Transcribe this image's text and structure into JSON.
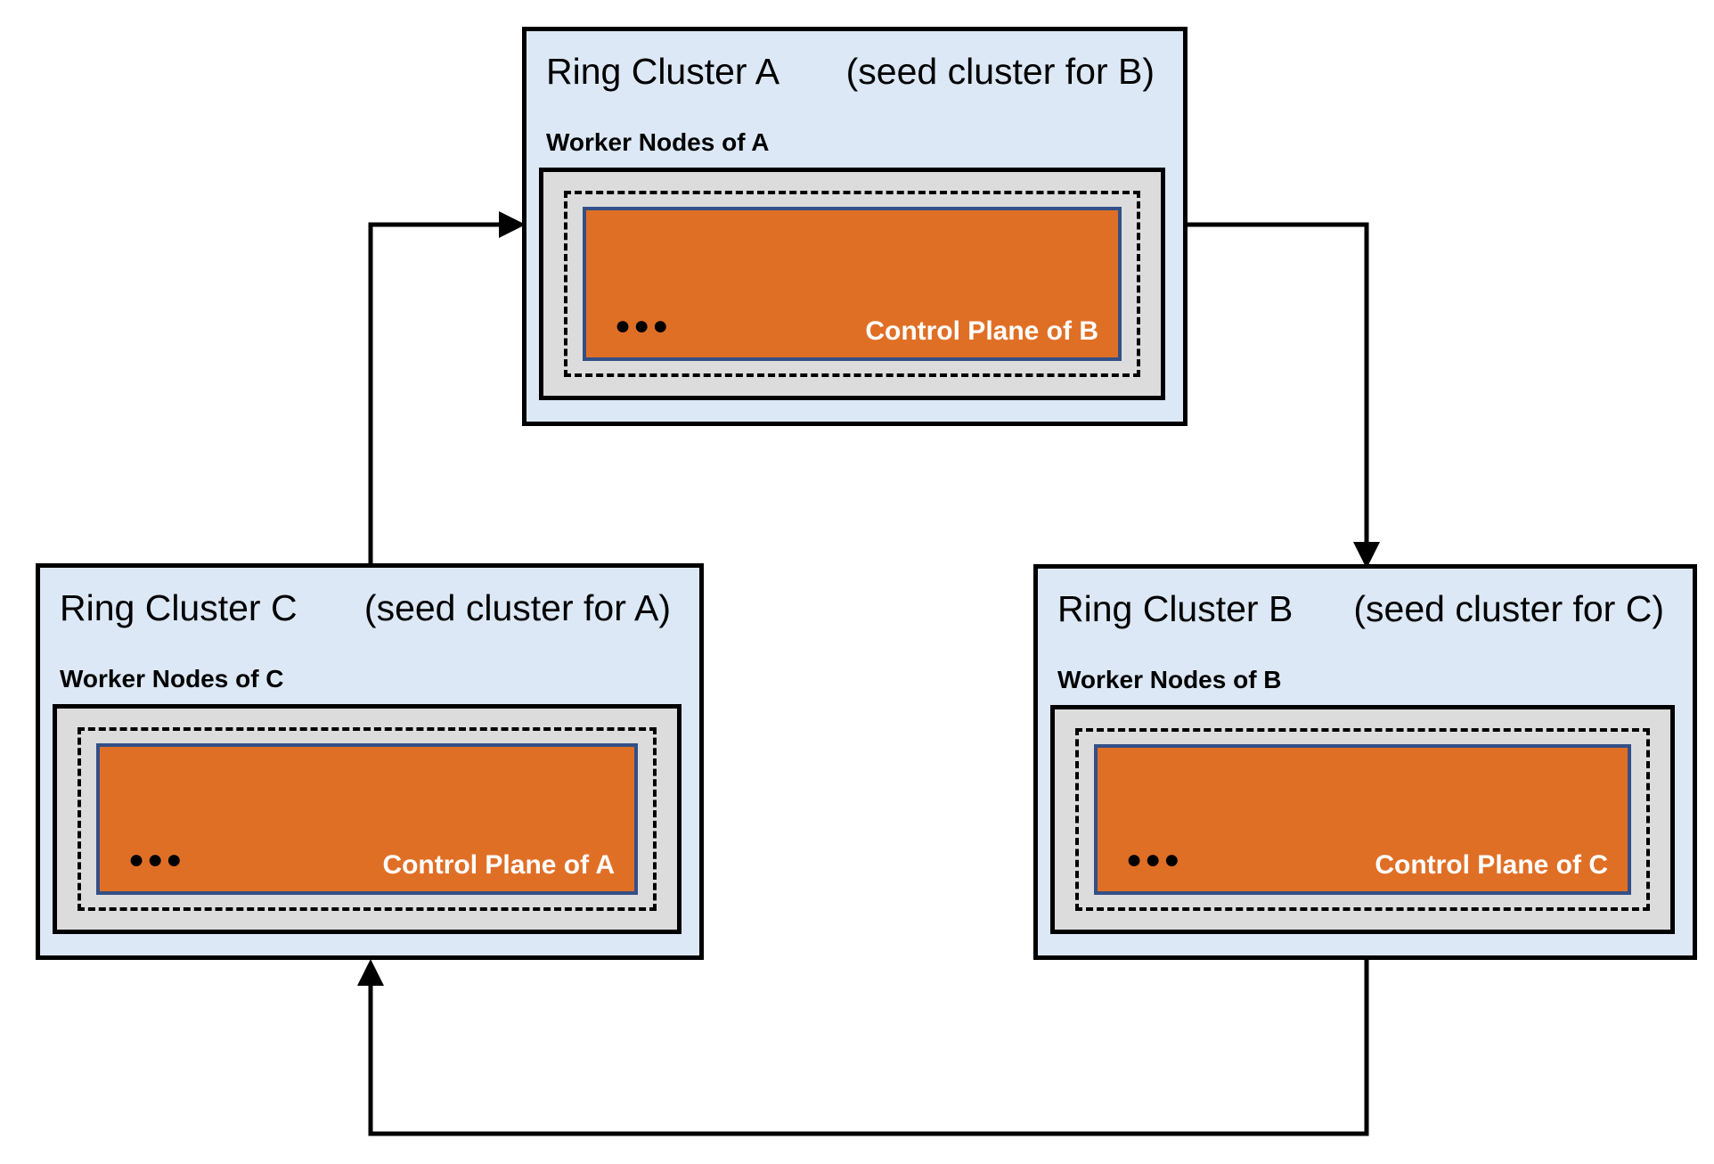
{
  "clusters": [
    {
      "name": "Ring Cluster A",
      "seed_note": "(seed cluster for B)",
      "worker_label": "Worker Nodes of A",
      "control_plane_label": "Control Plane of B",
      "ellipsis": "●●●"
    },
    {
      "name": "Ring Cluster B",
      "seed_note": "(seed cluster for C)",
      "worker_label": "Worker Nodes of B",
      "control_plane_label": "Control Plane of C",
      "ellipsis": "●●●"
    },
    {
      "name": "Ring Cluster C",
      "seed_note": "(seed cluster for A)",
      "worker_label": "Worker Nodes of C",
      "control_plane_label": "Control Plane of A",
      "ellipsis": "●●●"
    }
  ],
  "arrows": [
    {
      "from": "Ring Cluster C",
      "to": "Ring Cluster A"
    },
    {
      "from": "Ring Cluster A",
      "to": "Ring Cluster B"
    },
    {
      "from": "Ring Cluster B",
      "to": "Ring Cluster C"
    }
  ],
  "colors": {
    "cluster_fill": "#dce8f5",
    "cluster_border": "#000000",
    "worker_box_fill": "#dcdcdc",
    "worker_box_border": "#000000",
    "node_boundary_dash": "#000000",
    "control_plane_fill": "#e06f26",
    "control_plane_border": "#344f87",
    "control_plane_text": "#ffffff",
    "arrow": "#000000"
  }
}
